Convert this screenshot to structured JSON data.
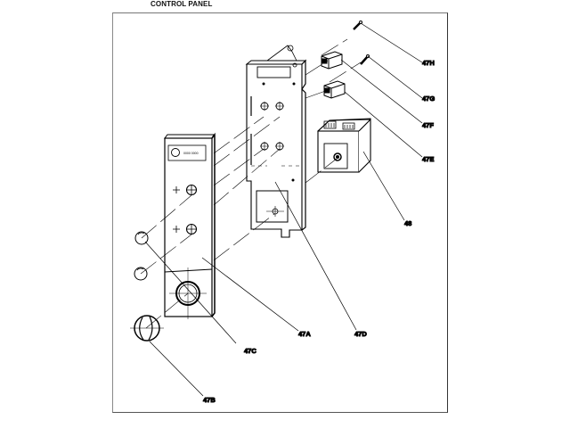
{
  "title": "CONTROL PANEL",
  "callouts": {
    "p47H": "47H",
    "p47G": "47G",
    "p47F": "47F",
    "p47E": "47E",
    "p48": "48",
    "p47A": "47A",
    "p47D": "47D",
    "p47C": "47C",
    "p47B": "47B"
  },
  "panel_badge_text": "0000 0000"
}
